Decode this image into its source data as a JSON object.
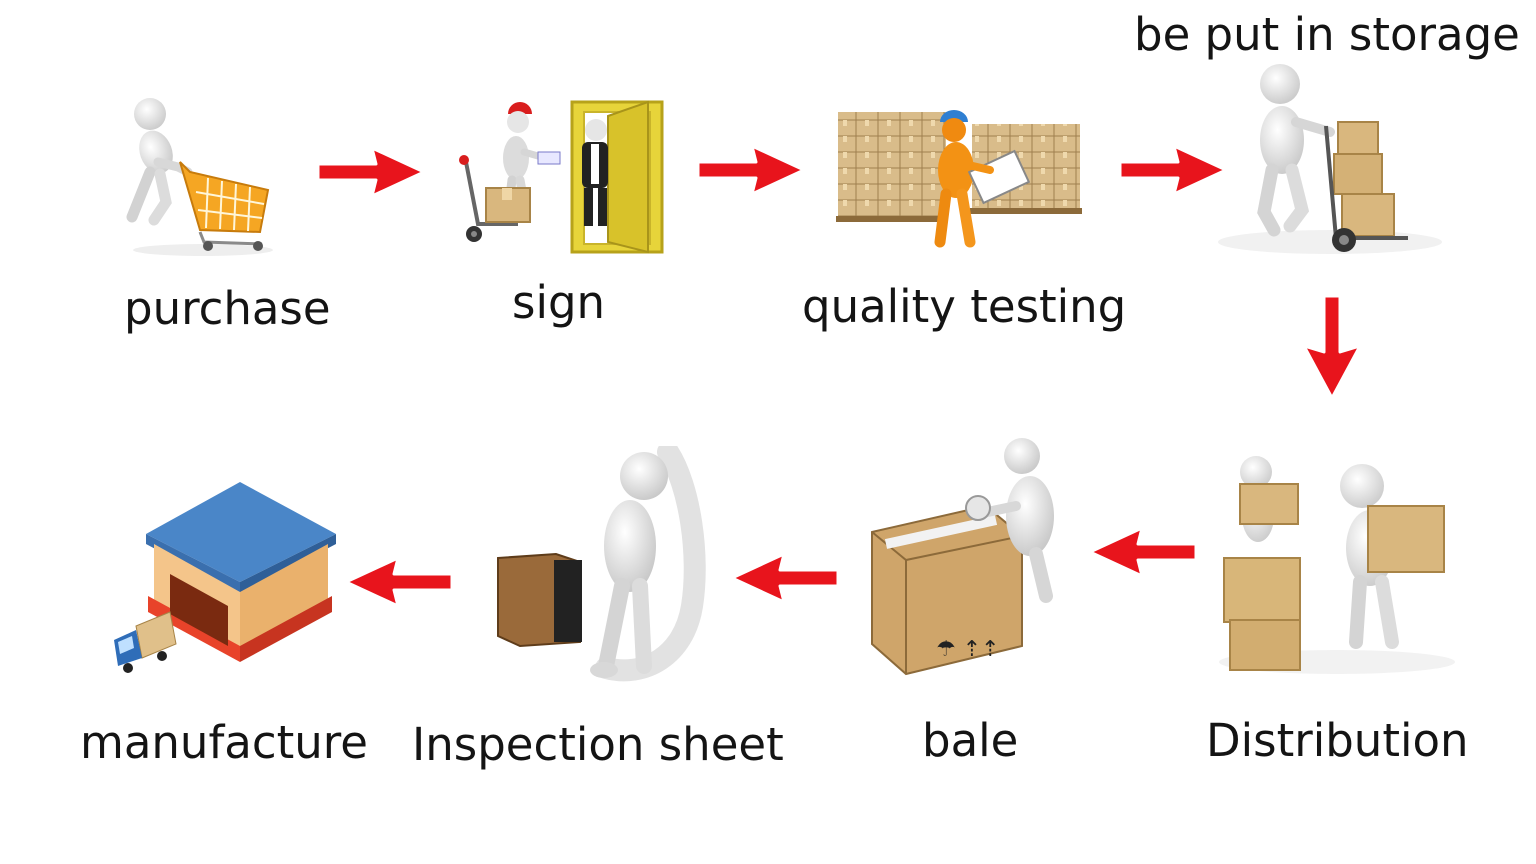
{
  "diagram": {
    "type": "process-flow",
    "steps": [
      {
        "id": "purchase",
        "label": "purchase",
        "icon": "person-pushing-shopping-cart-icon"
      },
      {
        "id": "sign",
        "label": "sign",
        "icon": "delivery-handover-at-door-icon"
      },
      {
        "id": "quality-testing",
        "label": "quality testing",
        "icon": "inspector-with-clipboard-and-pallets-icon"
      },
      {
        "id": "storage",
        "label": "be put in storage",
        "icon": "person-with-hand-truck-boxes-icon"
      },
      {
        "id": "distribution",
        "label": "Distribution",
        "icon": "people-carrying-boxes-icon"
      },
      {
        "id": "bale",
        "label": "bale",
        "icon": "person-taping-carton-icon"
      },
      {
        "id": "inspection-sheet",
        "label": "Inspection sheet",
        "icon": "person-reading-long-sheet-icon"
      },
      {
        "id": "manufacture",
        "label": "manufacture",
        "icon": "factory-building-with-truck-icon"
      }
    ],
    "arrow_color": "#e8141c"
  }
}
